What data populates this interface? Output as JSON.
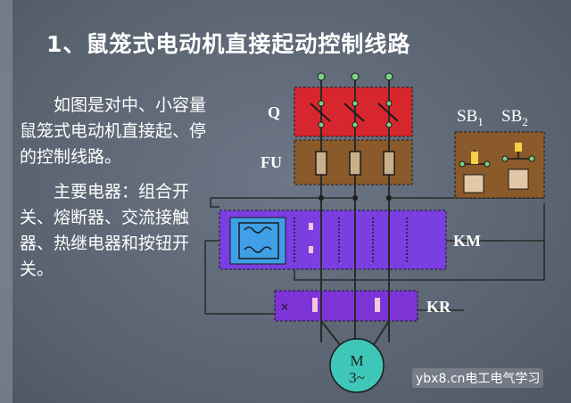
{
  "slide": {
    "title": "1、鼠笼式电动机直接起动控制线路",
    "description": {
      "para1": "如图是对中、小容量鼠笼式电动机直接起、停的控制线路。",
      "para2": "主要电器：组合开关、熔断器、交流接触器、热继电器和按钮开关。"
    }
  },
  "diagram": {
    "labels": {
      "q": "Q",
      "fu": "FU",
      "km": "KM",
      "kr": "KR",
      "sb1_main": "SB",
      "sb1_sub": "1",
      "sb2_main": "SB",
      "sb2_sub": "2"
    },
    "motor": {
      "line1": "M",
      "line2": "3~"
    },
    "colors": {
      "q_box": "#d8262e",
      "fu_box": "#8a5a2a",
      "km_box": "#7b3ee0",
      "km_coil": "#3fa0e8",
      "kr_box": "#7d34d6",
      "motor": "#3ec7b8",
      "button_box": "#8a5a2a",
      "wire": "#2a2a2a",
      "terminal": "#7fd08a"
    }
  },
  "watermark": {
    "text": "ybx8.cn电工电气学习"
  }
}
